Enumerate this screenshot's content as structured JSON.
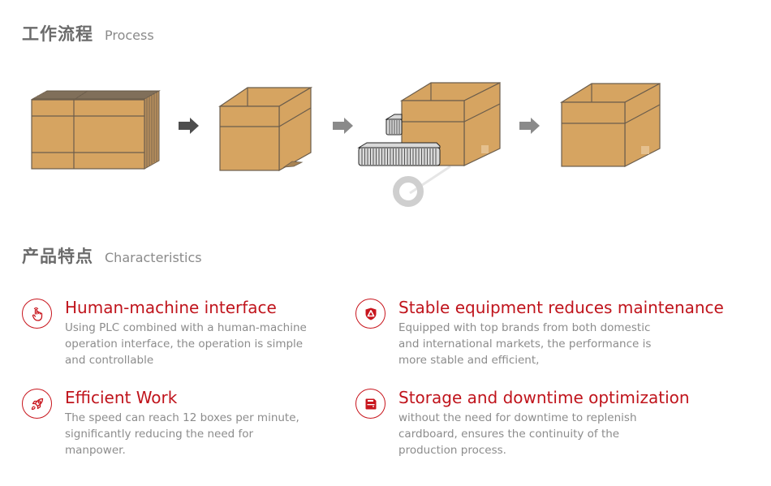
{
  "process": {
    "title_zh": "工作流程",
    "title_en": "Process",
    "steps": [
      {
        "name": "flat-cardboard-stack"
      },
      {
        "name": "formed-open-box"
      },
      {
        "name": "box-sealing-with-tape"
      },
      {
        "name": "finished-box"
      }
    ],
    "arrow_icon": "arrow-right-icon"
  },
  "characteristics": {
    "title_zh": "产品特点",
    "title_en": "Characteristics",
    "accent_color": "#c0141c",
    "features": [
      {
        "icon": "touch-hand-icon",
        "title": "Human-machine interface",
        "description": "Using PLC combined with a human-machine operation interface, the operation is simple and controllable"
      },
      {
        "icon": "shield-icon",
        "title": "Stable equipment reduces maintenance",
        "description": "Equipped with top brands from both domestic and international markets, the performance is more stable and efficient,"
      },
      {
        "icon": "rocket-icon",
        "title": "Efficient Work",
        "description": "The speed can reach 12 boxes per minute, significantly reducing the need for manpower."
      },
      {
        "icon": "storage-disk-icon",
        "title": "Storage and downtime optimization",
        "description": "without the need for downtime to replenish cardboard, ensures the continuity of the production process."
      }
    ]
  }
}
